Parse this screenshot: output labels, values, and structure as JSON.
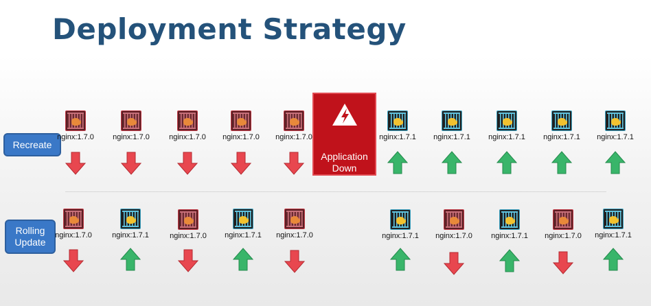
{
  "title": "Deployment Strategy",
  "rows": {
    "recreate_label": "Recreate",
    "rolling_label_1": "Rolling",
    "rolling_label_2": "Update"
  },
  "alert": {
    "line1": "Application",
    "line2": "Down"
  },
  "versions": {
    "old": "nginx:1.7.0",
    "new": "nginx:1.7.1"
  },
  "colors": {
    "title": "#24527a",
    "label_bg": "#3a78c7",
    "alert_bg": "#c0121b",
    "down_arrow": "#e8474f",
    "up_arrow": "#39b56a"
  },
  "icons": {
    "old_pod": "nginx-container-icon-red",
    "new_pod": "nginx-container-icon-blue",
    "down": "down-arrow-icon",
    "up": "up-arrow-icon",
    "alert": "warning-lightning-icon"
  }
}
